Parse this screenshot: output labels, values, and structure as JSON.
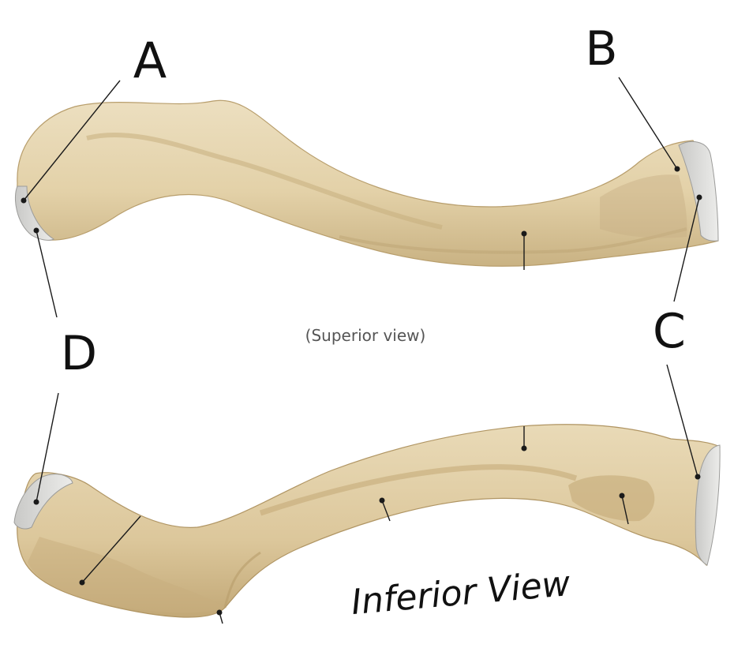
{
  "labels": {
    "a": "A",
    "b": "B",
    "c": "C",
    "d": "D"
  },
  "captions": {
    "superior": "(Superior view)",
    "inferior": "Inferior View"
  },
  "colors": {
    "bone": "#e6d6b2",
    "bone_shadow": "#cdb78a",
    "bone_dark": "#b69c6b",
    "articular_surface": "#d8d8d6",
    "leader_line": "#1a1a1a"
  }
}
